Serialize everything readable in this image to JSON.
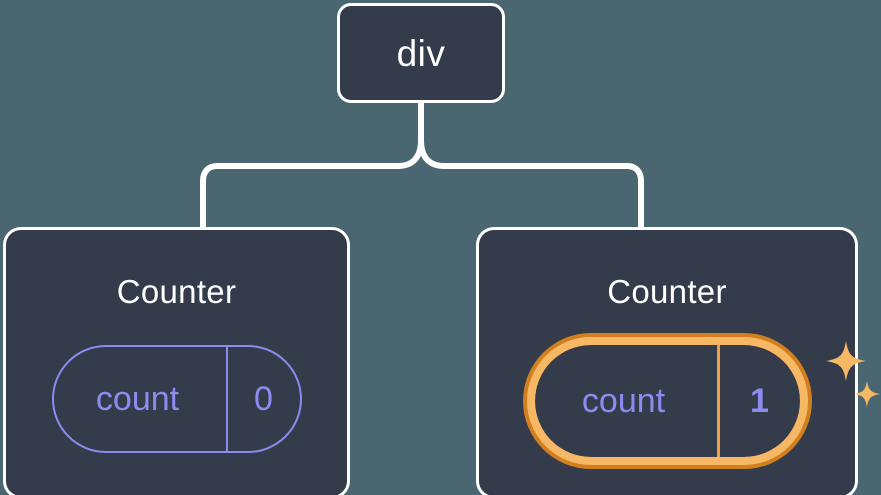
{
  "diagram": {
    "type": "component-tree",
    "background_color": "#4a6670",
    "node_fill_color": "#343b4a",
    "node_border_color": "#ffffff",
    "state_color": "#8c8cf0",
    "highlight_inner_color": "#f7b866",
    "highlight_outer_color": "#d2801f",
    "connector_color": "#ffffff",
    "root": {
      "title": "div"
    },
    "children": [
      {
        "title": "Counter",
        "state": {
          "name": "count",
          "value": "0"
        },
        "highlighted": false
      },
      {
        "title": "Counter",
        "state": {
          "name": "count",
          "value": "1"
        },
        "highlighted": true,
        "sparkle_count": 2
      }
    ]
  }
}
